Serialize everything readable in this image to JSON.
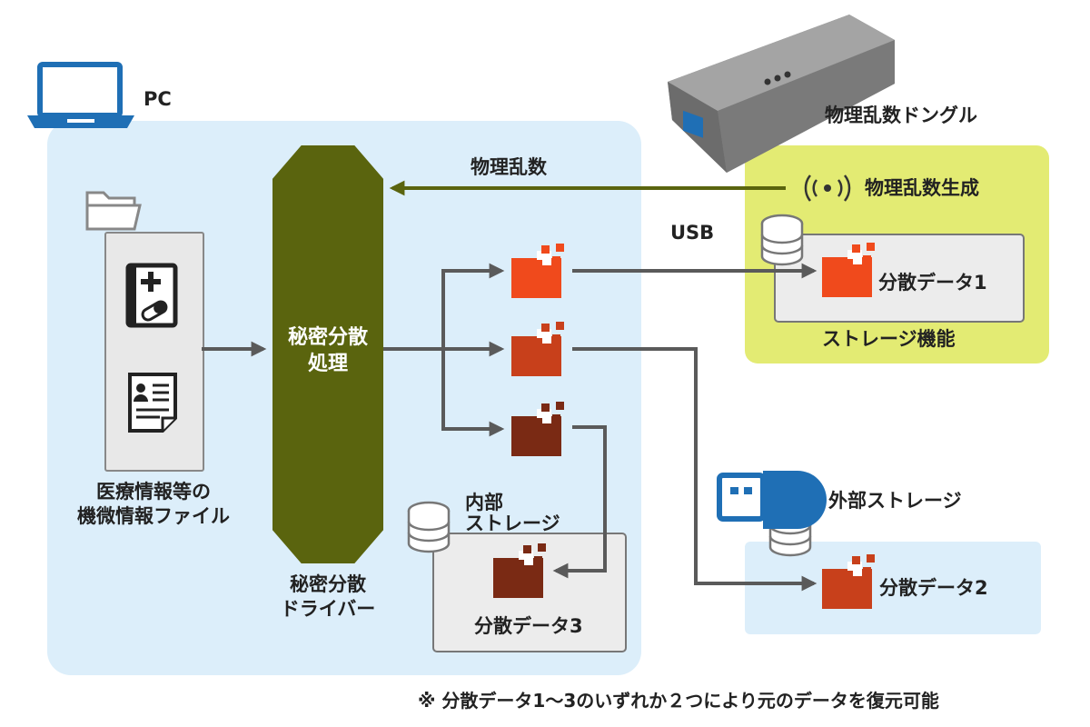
{
  "pc_label": "PC",
  "dongle_title": "物理乱数ドングル",
  "rng_label": "物理乱数生成",
  "rng_arrow_label": "物理乱数",
  "usb_label": "USB",
  "storage_function_label": "ストレージ機能",
  "share1_label": "分散データ1",
  "share2_label": "分散データ2",
  "share3_label": "分散データ3",
  "ext_storage_label": "外部ストレージ",
  "internal_storage_label": [
    "内部",
    "ストレージ"
  ],
  "driver_label": [
    "秘密分散",
    "処理"
  ],
  "driver_caption": [
    "秘密分散",
    "ドライバー"
  ],
  "file_caption": [
    "医療情報等の",
    "機微情報ファイル"
  ],
  "footnote": "※ 分散データ1～3のいずれか２つにより元のデータを復元可能",
  "colors": {
    "pc_panel": "#dceefa",
    "dongle_panel": "#e3eb73",
    "driver": "#5a640e",
    "share1": "#f04a1c",
    "share2": "#c8401b",
    "share3": "#7a2a14",
    "arrow": "#5a5a5a",
    "rng_arrow": "#5a640e",
    "usb_blue": "#1f6fb5"
  },
  "icons": [
    "laptop-icon",
    "folder-icon",
    "medical-record-icon",
    "document-icon",
    "database-icon",
    "usb-drive-icon",
    "radio-wave-icon",
    "data-share-icon",
    "usb-dongle-device"
  ]
}
